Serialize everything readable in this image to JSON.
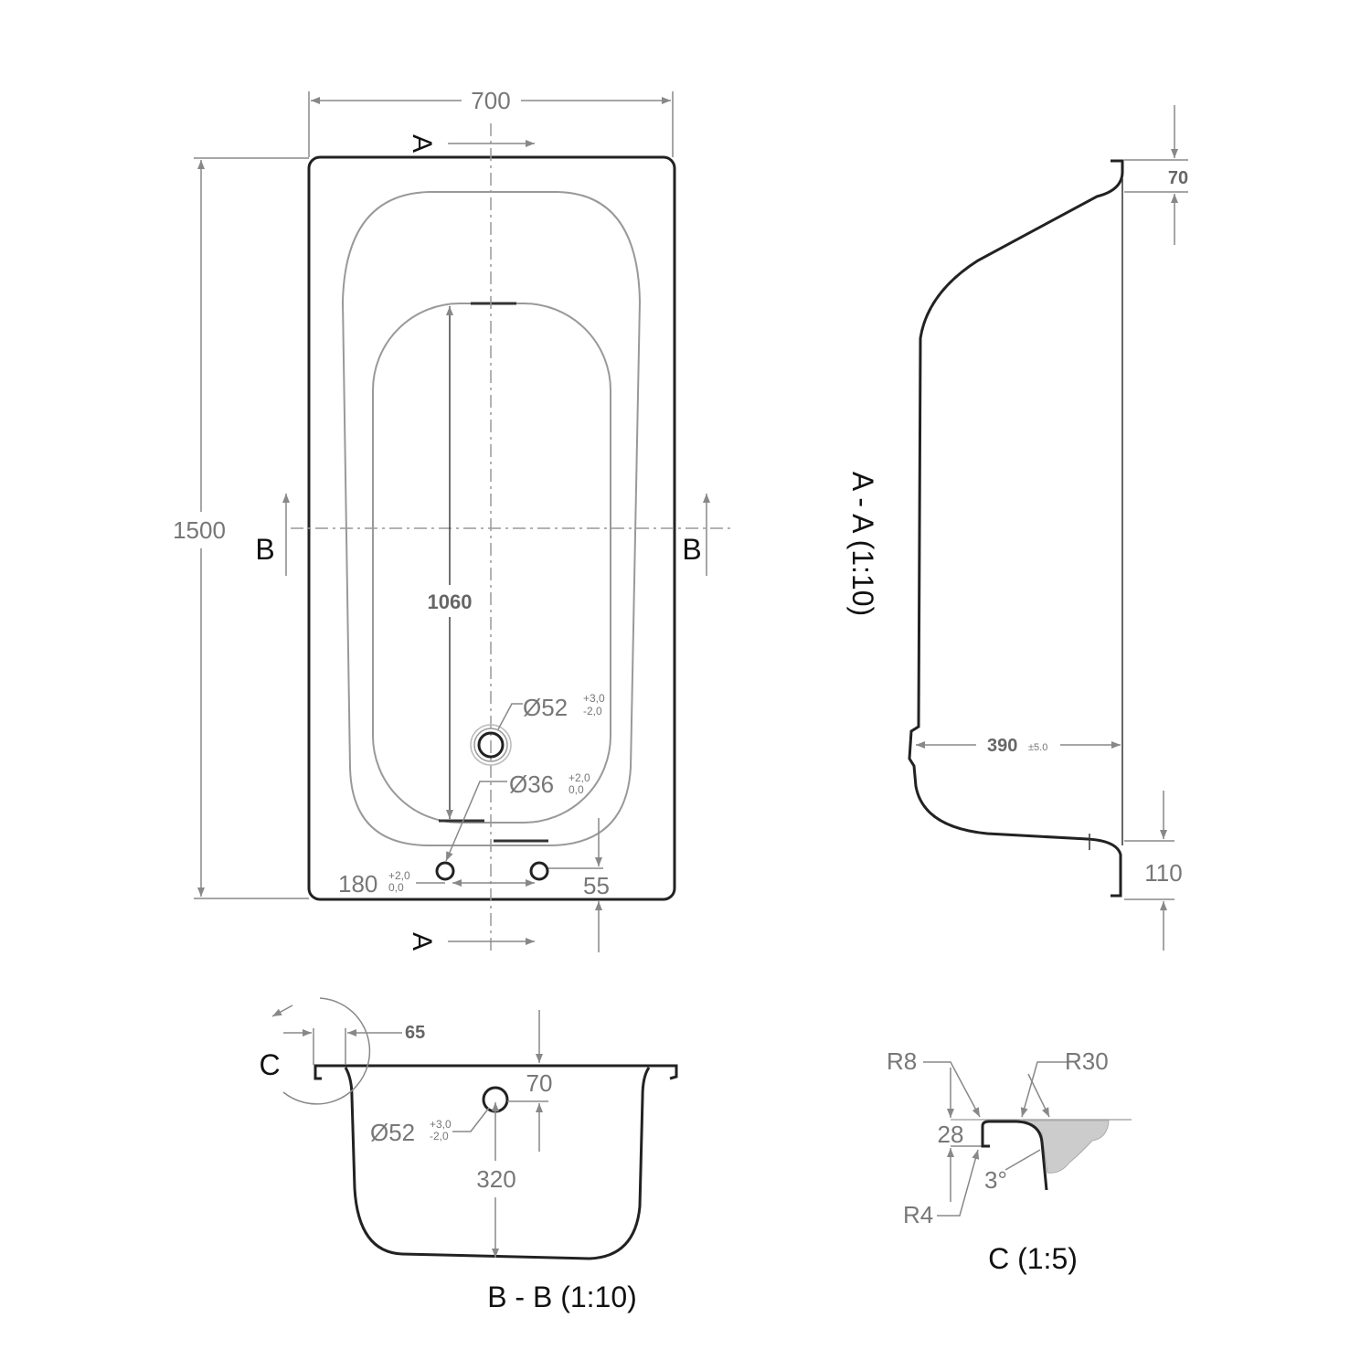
{
  "plan_view": {
    "width_dim": "700",
    "length_dim": "1500",
    "inner_length_dim": "1060",
    "section_a_top": "A",
    "section_a_bottom": "A",
    "section_b_left": "B",
    "section_b_right": "B",
    "drain_dia": "Ø52",
    "drain_tol_plus": "+3,0",
    "drain_tol_minus": "-2,0",
    "hole_dia": "Ø36",
    "hole_tol_plus": "+2,0",
    "hole_tol_minus": "0,0",
    "hole_spacing": "180",
    "hole_spacing_tol_plus": "+2,0",
    "hole_spacing_tol_minus": "0,0",
    "hole_offset": "55"
  },
  "section_aa": {
    "title": "A - A (1:10)",
    "rim_dim": "70",
    "depth_dim": "390",
    "depth_tol": "±5.0",
    "foot_dim": "110"
  },
  "section_bb": {
    "title": "B - B (1:10)",
    "rim_width": "65",
    "detail_marker": "C",
    "drain_height": "70",
    "drain_dia": "Ø52",
    "drain_tol_plus": "+3,0",
    "drain_tol_minus": "-2,0",
    "drain_depth": "320"
  },
  "detail_c": {
    "title": "C (1:5)",
    "r8": "R8",
    "r30": "R30",
    "r4": "R4",
    "lip_height": "28",
    "angle": "3°"
  }
}
